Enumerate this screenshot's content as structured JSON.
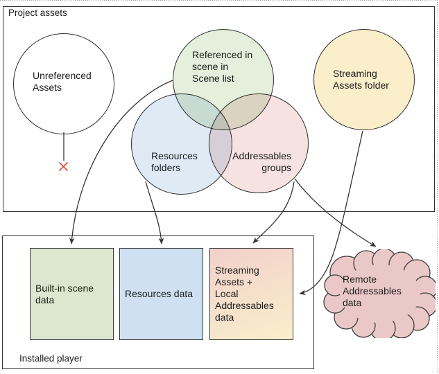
{
  "diagram": {
    "containers": {
      "project_assets": "Project assets",
      "installed_player": "Installed player"
    },
    "circles": {
      "unreferenced": {
        "label": "Unreferenced\nAssets",
        "fill": "#ffffff"
      },
      "referenced": {
        "label": "Referenced in\nscene in\nScene list",
        "fill": "#e4efdc"
      },
      "resources_folders": {
        "label": "Resources\nfolders",
        "fill": "#e0eaf5"
      },
      "addressables_groups": {
        "label": "Addressables\ngroups",
        "fill": "#f5e2e1"
      },
      "streaming_assets_folder": {
        "label": "Streaming\nAssets folder",
        "fill": "#faeecb"
      }
    },
    "player_boxes": {
      "builtin_scene": {
        "label": "Built-in scene\ndata",
        "fill": "#dbe7cf"
      },
      "resources_data": {
        "label": "Resources data",
        "fill": "#cfe0f2"
      },
      "streaming_local": {
        "label": "Streaming\nAssets +\nLocal\nAddressables\ndata",
        "fill_top": "#f2d0cb",
        "fill_bottom": "#f9efcb"
      }
    },
    "cloud": {
      "label": "Remote\nAddressables\ndata",
      "fill": "#ebc8c8"
    },
    "strokes": {
      "line": "#333333",
      "x_mark": "#de4433"
    }
  }
}
